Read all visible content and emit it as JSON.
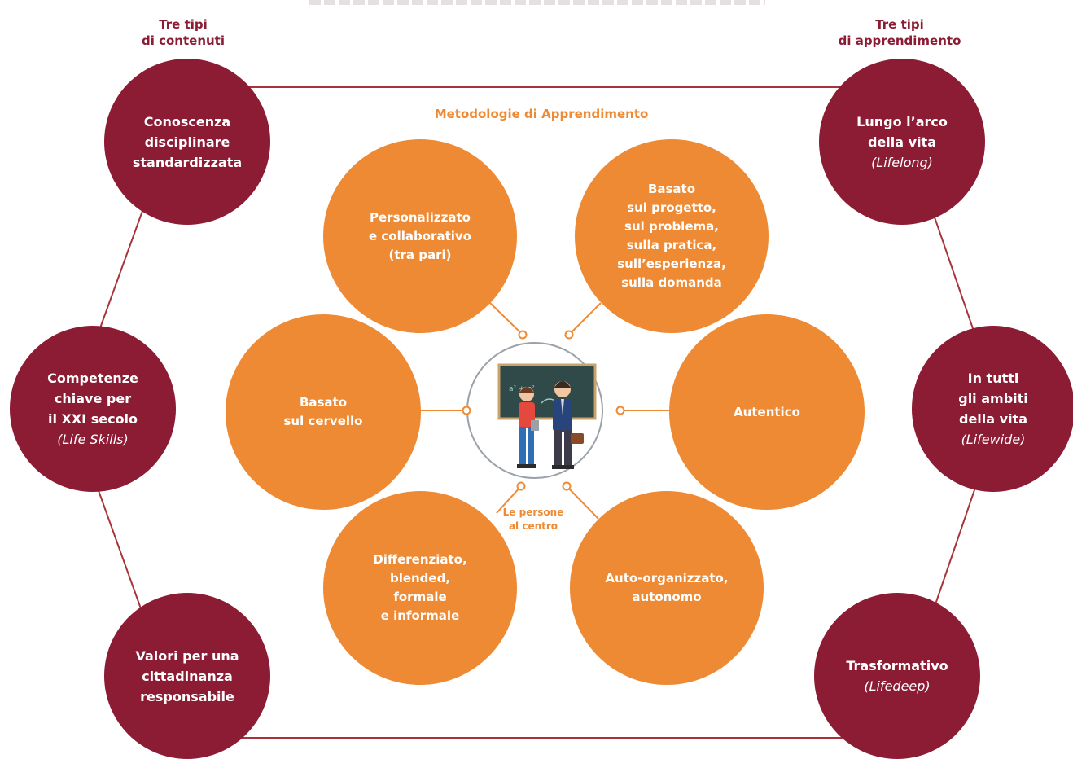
{
  "headers": {
    "left": [
      "Tre tipi",
      "di contenuti"
    ],
    "right": [
      "Tre tipi",
      "di apprendimento"
    ]
  },
  "method_title": "Metodologie di Apprendimento",
  "center_label": [
    "Le persone",
    "al centro"
  ],
  "content_types": [
    {
      "lines": [
        "Conoscenza",
        "disciplinare",
        "standardizzata"
      ],
      "italic": ""
    },
    {
      "lines": [
        "Competenze",
        "chiave per",
        "il XXI secolo"
      ],
      "italic": "(Life Skills)"
    },
    {
      "lines": [
        "Valori per una",
        "cittadinanza",
        "responsabile"
      ],
      "italic": ""
    }
  ],
  "learning_types": [
    {
      "lines": [
        "Lungo l’arco",
        "della vita"
      ],
      "italic": "(Lifelong)"
    },
    {
      "lines": [
        "In tutti",
        "gli ambiti",
        "della vita"
      ],
      "italic": "(Lifewide)"
    },
    {
      "lines": [
        "Trasformativo"
      ],
      "italic": "(Lifedeep)"
    }
  ],
  "methodologies": [
    {
      "lines": [
        "Personalizzato",
        "e collaborativo",
        "(tra pari)"
      ]
    },
    {
      "lines": [
        "Basato",
        "sul progetto,",
        "sul problema,",
        "sulla pratica,",
        "sull’esperienza,",
        "sulla domanda"
      ]
    },
    {
      "lines": [
        "Basato",
        "sul cervello"
      ]
    },
    {
      "lines": [
        "Autentico"
      ]
    },
    {
      "lines": [
        "Differenziato,",
        "blended,",
        "formale",
        "e informale"
      ]
    },
    {
      "lines": [
        "Auto-organizzato,",
        "autonomo"
      ]
    }
  ],
  "colors": {
    "maroon": "#8c1c34",
    "orange": "#ee8a34",
    "line": "#a8343a",
    "ring": "#9aa1a8"
  },
  "icons": [
    "teacher-and-student-at-blackboard-icon"
  ]
}
